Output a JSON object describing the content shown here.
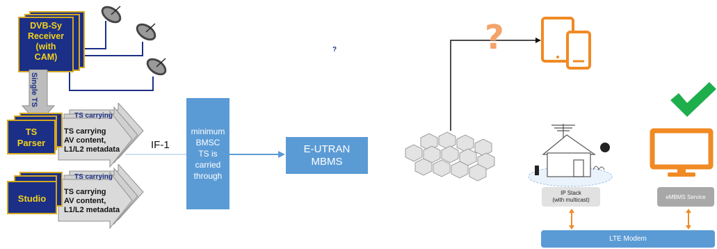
{
  "receiver": {
    "label_lines": [
      "DVB-Sy",
      "Receiver",
      "(with",
      "CAM)"
    ]
  },
  "single_ts_label": "Single TS",
  "ts_parser": {
    "label_lines": [
      "TS",
      "Parser"
    ],
    "arrow_back_text": "TS carrying",
    "arrow_text_lines": [
      "TS carrying",
      "AV content,",
      "L1/L2 metadata"
    ]
  },
  "studio": {
    "label": "Studio",
    "arrow_back_text": "TS carrying",
    "arrow_text_lines": [
      "TS carrying",
      "AV content,",
      "L1/L2 metadata"
    ]
  },
  "if1_label": "IF-1",
  "bmsc_box": {
    "lines": [
      "minimum",
      "BMSC",
      "TS is",
      "carried",
      "through"
    ]
  },
  "eutran_box": {
    "lines": [
      "E-UTRAN",
      "MBMS"
    ]
  },
  "question_small": "?",
  "question_big": "?",
  "ip_stack_box": {
    "lines": [
      "IP Stack",
      "(with multicast)"
    ]
  },
  "embms_box": "eMBMS Service",
  "lte_modem": "LTE Modem",
  "colors": {
    "navy": "#1b2f86",
    "gold": "#f3d21c",
    "blue": "#5b9bd5",
    "orange": "#f08a24",
    "green": "#1fae4c"
  }
}
